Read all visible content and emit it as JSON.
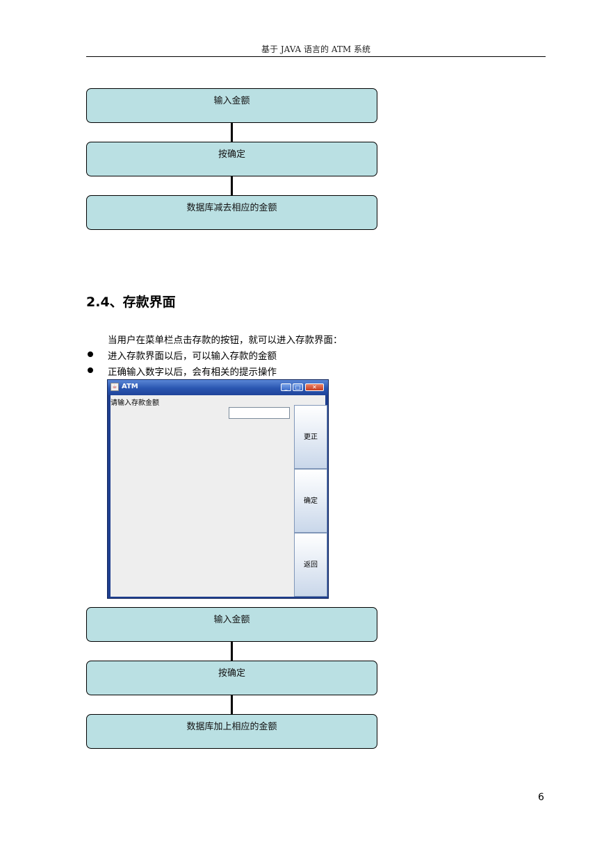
{
  "header": {
    "title": "基于 JAVA 语言的 ATM 系统"
  },
  "flow_top": {
    "steps": [
      "输入金额",
      "按确定",
      "数据库减去相应的金额"
    ]
  },
  "section": {
    "title": "2.4、存款界面",
    "paragraph": "当用户在菜单栏点击存款的按钮，就可以进入存款界面：",
    "bullets": [
      "进入存款界面以后，可以输入存款的金额",
      "正确输入数字以后，会有相关的提示操作"
    ]
  },
  "atm_window": {
    "title": "ATM",
    "prompt": "请输入存款金额",
    "amount_value": "",
    "buttons": [
      "更正",
      "确定",
      "返回"
    ],
    "controls": {
      "minimize": "_",
      "maximize": "□",
      "close": "✕"
    }
  },
  "flow_bottom": {
    "steps": [
      "输入金额",
      "按确定",
      "数据库加上相应的金额"
    ]
  },
  "page_number": "6"
}
